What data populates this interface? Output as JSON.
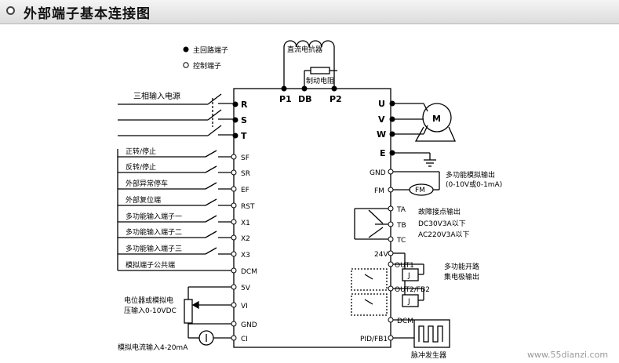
{
  "header": {
    "title": "外部端子基本连接图"
  },
  "legend": {
    "main_circuit": "主回路端子",
    "control": "控制端子"
  },
  "power_input": "三相输入电源",
  "dc_reactor": "直流电抗器",
  "brake_resistor": "制动电阻",
  "top_terminals": {
    "p1": "P1",
    "db": "DB",
    "p2": "P2"
  },
  "input_terminals": {
    "r": "R",
    "s": "S",
    "t": "T"
  },
  "control_inputs": [
    {
      "label": "正转/停止",
      "terminal": "SF"
    },
    {
      "label": "反转/停止",
      "terminal": "SR"
    },
    {
      "label": "外部异常停车",
      "terminal": "EF"
    },
    {
      "label": "外部复位端",
      "terminal": "RST"
    },
    {
      "label": "多功能输入端子一",
      "terminal": "X1"
    },
    {
      "label": "多功能输入端子二",
      "terminal": "X2"
    },
    {
      "label": "多功能输入端子三",
      "terminal": "X3"
    },
    {
      "label": "模拟端子公共端",
      "terminal": "DCM"
    }
  ],
  "analog": {
    "t_5v": "5V",
    "t_vi": "VI",
    "t_gnd": "GND",
    "t_ci": "CI",
    "pot_label_1": "电位器或模拟电",
    "pot_label_2": "压输入0-10VDC",
    "current_label": "模拟电流输入4-20mA"
  },
  "output_terminals": {
    "u": "U",
    "v": "V",
    "w": "W",
    "e": "E"
  },
  "motor": "M",
  "right_side": {
    "gnd": "GND",
    "fm": "FM",
    "fm_meter": "FM",
    "analog_out_1": "多功能模拟输出",
    "analog_out_2": "(0-10V或0-1mA)",
    "ta": "TA",
    "tb": "TB",
    "tc": "TC",
    "fault_1": "故障接点输出",
    "fault_2": "DC30V3A以下",
    "fault_3": "AC220V3A以下",
    "v24": "24V",
    "out1": "OUT1",
    "out2": "OUT2/FB2",
    "relay_j": "J",
    "oc_1": "多功能开路",
    "oc_2": "集电极输出",
    "dcm": "DCM",
    "pid": "PID/FB1",
    "pulse": "脉冲发生器"
  },
  "watermark": "www.55dianzi.com"
}
